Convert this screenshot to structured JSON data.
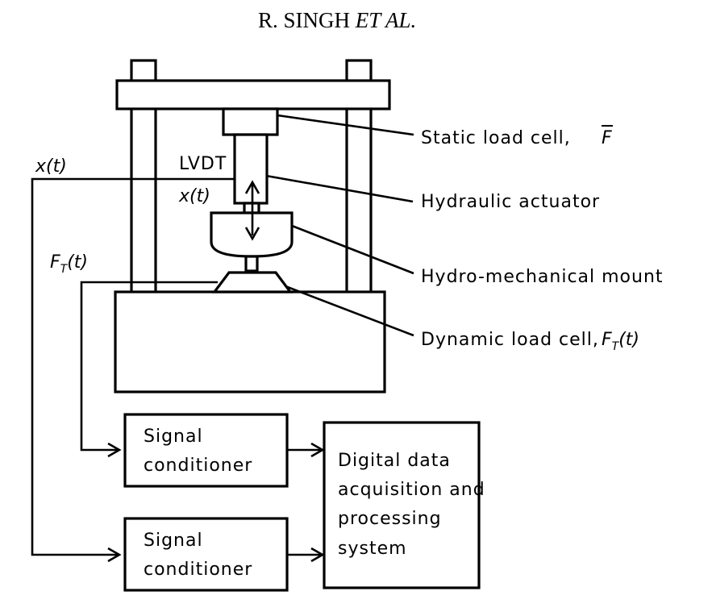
{
  "header": {
    "author": "R. SINGH",
    "etal": "ET AL."
  },
  "labels": {
    "static_load_cell": "Static load cell,",
    "static_load_cell_symbol": "F",
    "hydraulic_actuator": "Hydraulic actuator",
    "hydro_mount": "Hydro-mechanical mount",
    "dynamic_load_cell": "Dynamic load cell,",
    "dynamic_symbol_main": "F",
    "dynamic_symbol_sub": "T",
    "dynamic_symbol_arg": "(t)",
    "lvdt": "LVDT"
  },
  "signals": {
    "x_left": "x(t)",
    "x_inner": "x(t)",
    "ft_main": "F",
    "ft_sub": "T",
    "ft_arg": "(t)"
  },
  "blocks": {
    "signal_conditioner_1": [
      "Signal",
      "conditioner"
    ],
    "signal_conditioner_2": [
      "Signal",
      "conditioner"
    ],
    "daq": [
      "Digital data",
      "acquisition and",
      "processing",
      "system"
    ]
  }
}
